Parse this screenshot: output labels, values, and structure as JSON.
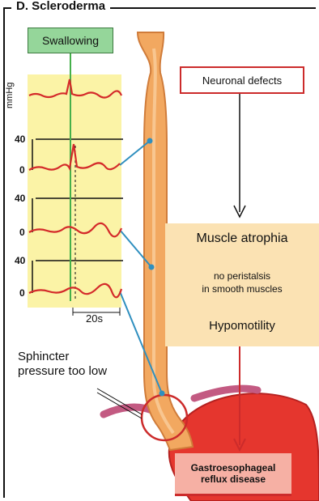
{
  "figure": {
    "title": "D. Scleroderma"
  },
  "manometry": {
    "swallow_label": "Swallowing",
    "unit_label": "mmHg",
    "ticks": [
      "40",
      "0",
      "40",
      "0",
      "40",
      "0"
    ],
    "time_scale": "20s"
  },
  "labels": {
    "sphincter_line1": "Sphincter",
    "sphincter_line2": "pressure too low"
  },
  "pathway": {
    "neuronal": "Neuronal defects",
    "muscle": "Muscle atrophia",
    "peristalsis_line1": "no peristalsis",
    "peristalsis_line2": "in smooth muscles",
    "hypomotility": "Hypomotility",
    "gerd_line1": "Gastroesophageal",
    "gerd_line2": "reflux disease"
  },
  "colors": {
    "panel": "#fbf3a6",
    "trace": "#d42a2a",
    "esophagus": "#f2a860",
    "accent_red": "#cc2b2b",
    "connector": "#2f8fbf"
  }
}
